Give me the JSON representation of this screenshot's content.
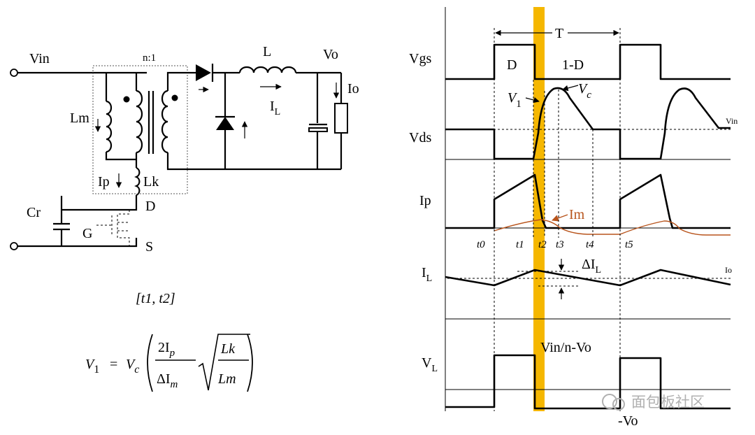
{
  "circuit": {
    "vin": "Vin",
    "ratio": "n:1",
    "inductor_l": "L",
    "vo": "Vo",
    "io": "Io",
    "lm": "Lm",
    "il_label": "I",
    "il_sub": "L",
    "ip": "Ip",
    "lk": "Lk",
    "cr": "Cr",
    "d": "D",
    "g": "G",
    "s": "S"
  },
  "interval": "[t1, t2]",
  "formula": {
    "v": "V",
    "v_sub": "1",
    "eq": "=",
    "vc": "V",
    "vc_sub": "c",
    "two_i": "2I",
    "ip_sub": "p",
    "delta_i": "ΔI",
    "im_sub": "m",
    "lk": "Lk",
    "lm": "Lm"
  },
  "waveforms": {
    "period": "T",
    "duty": "D",
    "one_minus_d": "1-D",
    "vgs": "Vgs",
    "vds": "Vds",
    "ip": "Ip",
    "il": "I",
    "il_sub": "L",
    "vl": "V",
    "vl_sub": "L",
    "v1": "V",
    "v1_sub": "1",
    "vc": "V",
    "vc_sub": "c",
    "vin_small": "Vin",
    "im": "Im",
    "delta_il": "ΔI",
    "delta_il_sub": "L",
    "io_small": "Io",
    "vin_n_vo": "Vin/n-Vo",
    "neg_vo": "-Vo",
    "times": [
      "t0",
      "t1",
      "t2",
      "t3",
      "t4",
      "t5"
    ]
  },
  "watermark": "面包板社区",
  "colors": {
    "highlight": "#f5b700",
    "im_trace": "#b8541c"
  }
}
